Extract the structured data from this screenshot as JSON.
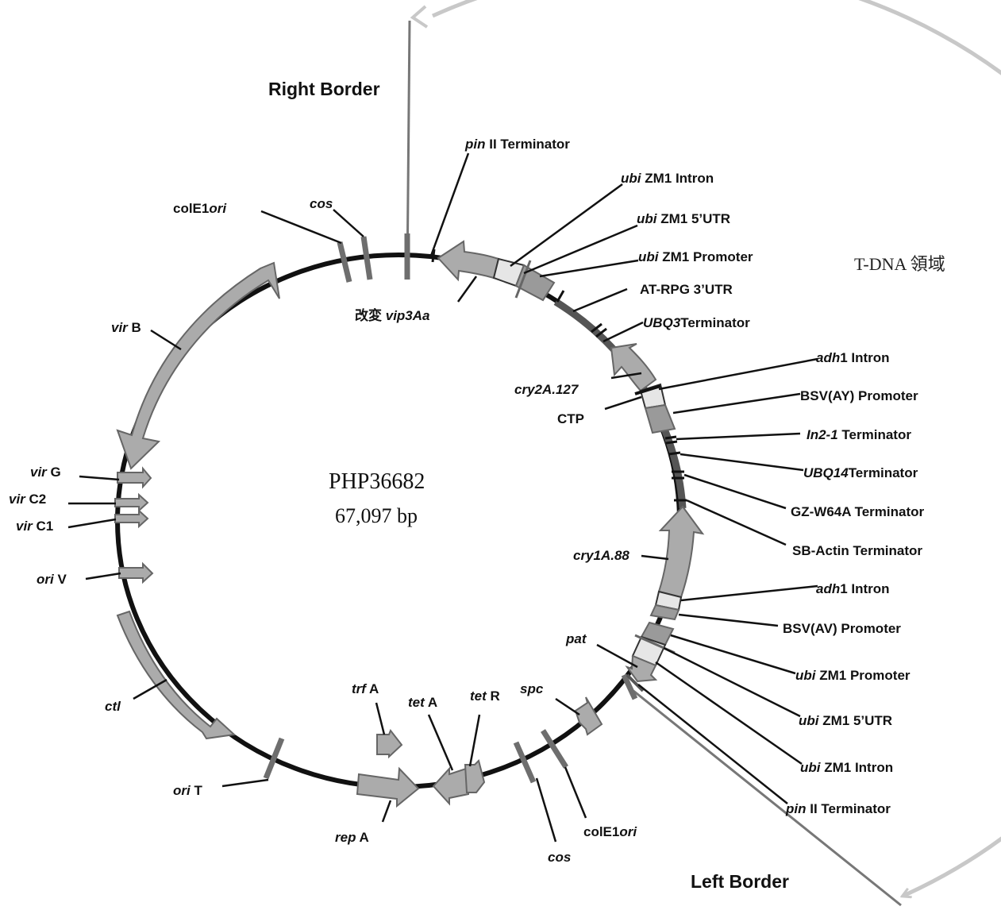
{
  "plasmid": {
    "name": "PHP36682",
    "size": "67,097 bp"
  },
  "borders": {
    "right": "Right Border",
    "left": "Left Border"
  },
  "region_label": "T-DNA 領域",
  "colors": {
    "backbone": "#111111",
    "feature_fill": "#ababab",
    "feature_stroke": "#666666",
    "tdna_arc": "#c8c8c8",
    "element_light": "#e6e6e6"
  },
  "labels": {
    "pinII_top": {
      "it": "pin",
      "rest": " II Terminator"
    },
    "ubi_intron_top": {
      "it": "ubi",
      "rest": " ZM1 Intron"
    },
    "ubi_utr_top": {
      "it": "ubi",
      "rest": " ZM1 5’UTR"
    },
    "ubi_prom_top": {
      "it": "ubi",
      "rest": " ZM1 Promoter"
    },
    "at_rpg": {
      "it": "",
      "rest": "AT-RPG 3’UTR"
    },
    "ubq3": {
      "it": "UBQ3",
      "rest": "Terminator"
    },
    "vip3a": {
      "pre": "改変 ",
      "it": "vip3Aa"
    },
    "adh1_top": {
      "it": "adh",
      "rest": "1 Intron"
    },
    "bsv_ay": {
      "it": "",
      "rest": "BSV(AY) Promoter"
    },
    "cry2a": {
      "it": "cry2A.127",
      "rest": ""
    },
    "ctp": {
      "it": "",
      "rest": "CTP"
    },
    "in21": {
      "it": "In2-1",
      "rest": " Terminator"
    },
    "ubq14": {
      "it": "UBQ14",
      "rest": "Terminator"
    },
    "gzw64a": {
      "it": "",
      "rest": "GZ-W64A Terminator"
    },
    "sbactin": {
      "it": "",
      "rest": "SB-Actin Terminator"
    },
    "cry1a": {
      "it": "cry1A.88",
      "rest": ""
    },
    "adh1_bot": {
      "it": "adh",
      "rest": "1 Intron"
    },
    "bsv_av": {
      "it": "",
      "rest": "BSV(AV) Promoter"
    },
    "pat": {
      "it": "pat",
      "rest": ""
    },
    "ubi_prom_bot": {
      "it": "ubi",
      "rest": " ZM1 Promoter"
    },
    "ubi_utr_bot": {
      "it": "ubi",
      "rest": " ZM1 5’UTR"
    },
    "ubi_intron_bot": {
      "it": "ubi",
      "rest": " ZM1 Intron"
    },
    "pinII_bot": {
      "it": "pin",
      "rest": " II Terminator"
    },
    "cole1_top": {
      "pre": "colE1",
      "it": "ori"
    },
    "cos_top": {
      "it": "cos",
      "rest": ""
    },
    "virB": {
      "it": "vir",
      "rest": " B"
    },
    "virG": {
      "it": "vir",
      "rest": " G"
    },
    "virC2": {
      "it": "vir",
      "rest": " C2"
    },
    "virC1": {
      "it": "vir",
      "rest": " C1"
    },
    "oriV": {
      "it": "ori",
      "rest": " V"
    },
    "ctl": {
      "it": "ctl",
      "rest": ""
    },
    "oriT": {
      "it": "ori",
      "rest": " T"
    },
    "trfA": {
      "it": "trf",
      "rest": " A"
    },
    "repA": {
      "it": "rep",
      "rest": " A"
    },
    "tetA": {
      "it": "tet",
      "rest": " A"
    },
    "tetR": {
      "it": "tet",
      "rest": " R"
    },
    "spc": {
      "it": "spc",
      "rest": ""
    },
    "cos_bot": {
      "it": "cos",
      "rest": ""
    },
    "cole1_bot": {
      "pre": "colE1",
      "it": "ori"
    }
  }
}
